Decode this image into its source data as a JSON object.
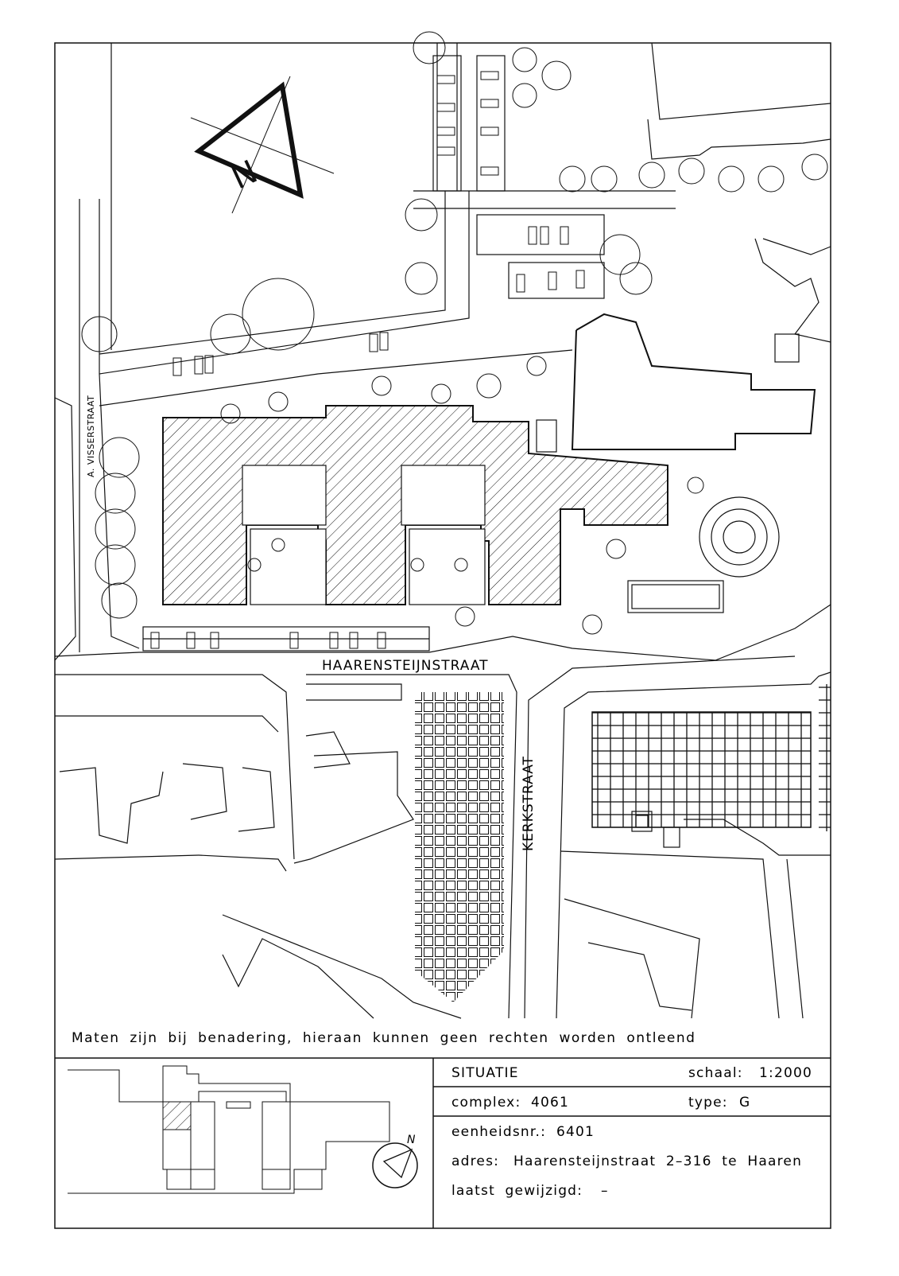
{
  "map": {
    "streets": {
      "haarensteijnstraat": "HAARENSTEIJNSTRAAT",
      "kerkstraat": "KERKSTRAAT",
      "visserstraat": "A. VISSERSTRAAT"
    },
    "north_letter": "N",
    "disclaimer": "Maten zijn bij benadering, hieraan kunnen geen rechten worden ontleend"
  },
  "title_block": {
    "title": "SITUATIE",
    "scale_label": "schaal:",
    "scale_value": "1:2000",
    "complex_label": "complex:",
    "complex_value": "4061",
    "type_label": "type:",
    "type_value": "G",
    "unit_label": "eenheidsnr.:",
    "unit_value": "6401",
    "address_label": "adres:",
    "address_value": "Haarensteijnstraat 2–316 te Haaren",
    "modified_label": "laatst gewijzigd:",
    "modified_value": "–"
  },
  "key_plan": {
    "north_letter": "N"
  },
  "colors": {
    "line": "#111111",
    "paper": "#ffffff"
  }
}
